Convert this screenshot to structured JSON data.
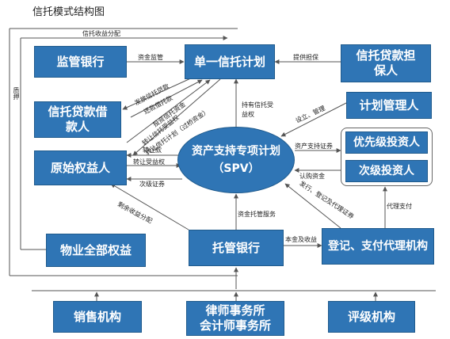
{
  "title": "信托模式结构图",
  "nodes": {
    "regulator_bank": "监管银行",
    "single_trust": "单一信托计划",
    "guarantor_line1": "信托贷款担",
    "guarantor_line2": "保人",
    "borrower_line1": "信托贷款借",
    "borrower_line2": "款人",
    "plan_manager": "计划管理人",
    "original_owner": "原始权益人",
    "spv_line1": "资产支持专项计划",
    "spv_line2": "（SPV）",
    "senior_investor": "优先级投资人",
    "junior_investor": "次级投资人",
    "property_rights": "物业全部权益",
    "custodian_bank": "托管银行",
    "registrar_line1": "登记、支付代理机构",
    "sales_agency": "销售机构",
    "law_firm": "律师事务所",
    "accounting_firm": "会计师事务所",
    "rating_agency": "评级机构"
  },
  "edge_labels": {
    "trust_income_distribution": "信托收益分配",
    "funds_supervision": "资金监管",
    "provide_guarantee": "提供担保",
    "repay_trust_loan": "还款借托款",
    "pay_trust_loan": "发放信托贷款",
    "invest_trust_fund": "投资信托资金",
    "transfer_trust_beneficial": "转让信托受益权",
    "holds_trust_beneficial_1": "持有信托受",
    "holds_trust_beneficial_2": "益权",
    "set_up_manage": "设立、管理",
    "asset_backed_securities": "资产支持证券",
    "subscription_funds": "认购资金",
    "transfer_payment": "转让款",
    "transfer_beneficial_rights": "转让受益权",
    "junior_securities": "次级证券",
    "transfer_trust_cash": "转让信托计划（过桥资金）",
    "pledge": "质押",
    "residual_income_distribution": "剩余收益分配",
    "funds_custody_service": "资金托管服务",
    "issue_register_agency": "发行、登记及代理证券",
    "principal_and_income": "本金及收益",
    "agency_payment": "代理支付"
  },
  "colors": {
    "box_fill": "#2f75b5",
    "box_border": "#1f5a8c",
    "line": "#555555"
  }
}
